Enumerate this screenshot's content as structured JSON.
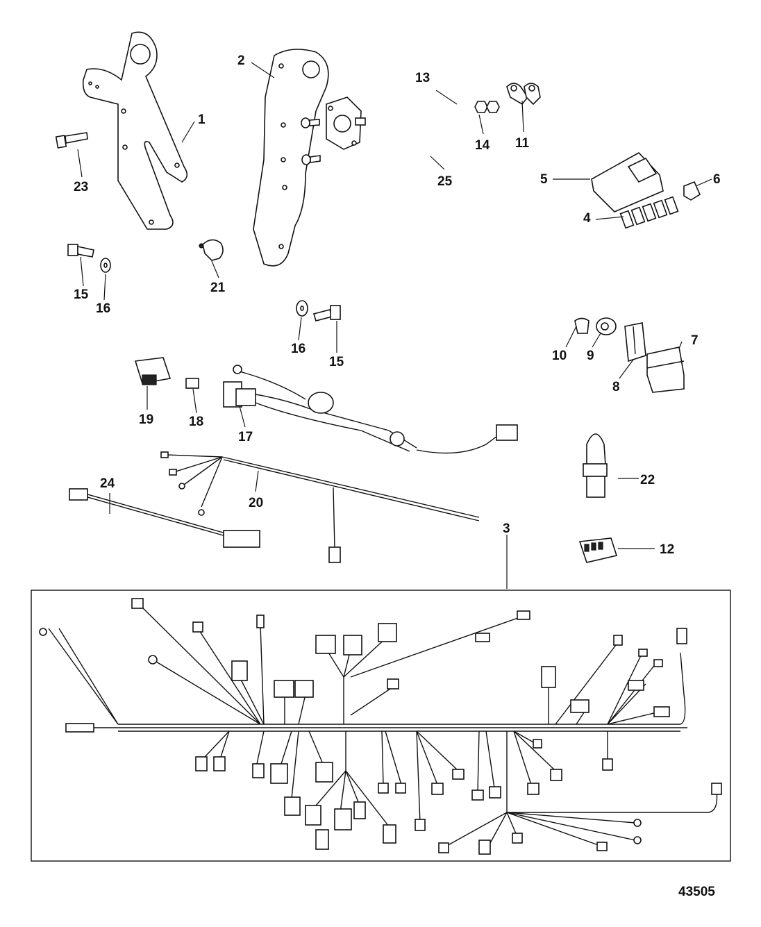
{
  "diagram": {
    "figure_number": "43505",
    "callouts": [
      {
        "id": "c1",
        "text": "1"
      },
      {
        "id": "c2",
        "text": "2"
      },
      {
        "id": "c3",
        "text": "3"
      },
      {
        "id": "c4",
        "text": "4"
      },
      {
        "id": "c5",
        "text": "5"
      },
      {
        "id": "c6",
        "text": "6"
      },
      {
        "id": "c7",
        "text": "7"
      },
      {
        "id": "c8",
        "text": "8"
      },
      {
        "id": "c9",
        "text": "9"
      },
      {
        "id": "c10",
        "text": "10"
      },
      {
        "id": "c11",
        "text": "11"
      },
      {
        "id": "c12",
        "text": "12"
      },
      {
        "id": "c13",
        "text": "13"
      },
      {
        "id": "c14",
        "text": "14"
      },
      {
        "id": "c15a",
        "text": "15"
      },
      {
        "id": "c15b",
        "text": "15"
      },
      {
        "id": "c16a",
        "text": "16"
      },
      {
        "id": "c16b",
        "text": "16"
      },
      {
        "id": "c17",
        "text": "17"
      },
      {
        "id": "c18",
        "text": "18"
      },
      {
        "id": "c19",
        "text": "19"
      },
      {
        "id": "c20",
        "text": "20"
      },
      {
        "id": "c21",
        "text": "21"
      },
      {
        "id": "c22",
        "text": "22"
      },
      {
        "id": "c23",
        "text": "23"
      },
      {
        "id": "c24",
        "text": "24"
      },
      {
        "id": "c25",
        "text": "25"
      }
    ]
  }
}
